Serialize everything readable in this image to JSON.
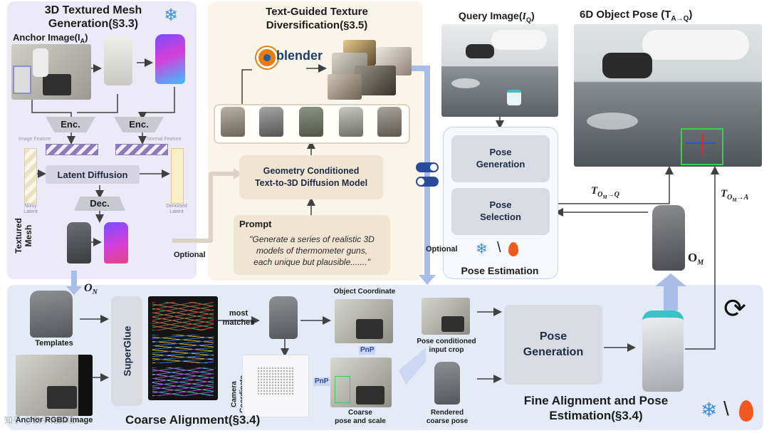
{
  "mesh_panel": {
    "title": "3D Textured Mesh",
    "subtitle": "Generation(§3.3)",
    "anchor_label": "Anchor Image(I",
    "anchor_sub": "A",
    "anchor_close": ")",
    "enc_left": "Enc.",
    "enc_right": "Enc.",
    "image_feature": "Image Feature",
    "normal_feature": "Normal Feature",
    "latent_diffusion": "Latent Diffusion",
    "noisy_latent": "Noisy\nLatent",
    "denoised_latent": "Denoised\nLatent",
    "dec": "Dec.",
    "textured_mesh": "Textured\nMesh"
  },
  "texture_panel": {
    "title": "Text-Guided Texture",
    "subtitle": "Diversification(§3.5)",
    "blender": "blender",
    "diffusion_model": "Geometry Conditioned\nText-to-3D Diffusion Model",
    "prompt_title": "Prompt",
    "prompt_text": "\"Generate a series of realistic 3D\nmodels of thermometer guns,\neach unique but plausible.......\"",
    "optional": "Optional"
  },
  "query": {
    "title": "Query Image(",
    "title_i": "I",
    "title_sub": "Q",
    "title_close": ")"
  },
  "pose_estimation": {
    "pose_generation": "Pose\nGeneration",
    "pose_selection": "Pose\nSelection",
    "optional": "Optional",
    "label": "Pose Estimation"
  },
  "result": {
    "title": "6D Object Pose (T",
    "title_sub": "A→Q",
    "title_close": ")",
    "t_om_q": "T",
    "t_om_q_sub": "O",
    "t_om_q_subsub": "M",
    "t_om_q_arrow": "→Q",
    "t_om_a": "T",
    "t_om_a_sub": "O",
    "t_om_a_subsub": "M",
    "t_om_a_arrow": "→A",
    "om": "O",
    "om_sub": "M"
  },
  "bottom": {
    "on": "O",
    "on_sub": "N",
    "templates": "Templates",
    "anchor_rgbd": "Anchor RGBD image",
    "superglue": "SuperGlue",
    "most_matches": "most\nmatches",
    "object_coordinate": "Object Coordinate",
    "camera_coordinate": "Camera\nCoordinate",
    "pnp_1": "PnP",
    "pnp_2": "PnP",
    "coarse_pose": "Coarse\npose and scale",
    "pose_conditioned": "Pose conditioned\ninput crop",
    "rendered_coarse": "Rendered\ncoarse pose",
    "pose_generation": "Pose\nGeneration",
    "coarse_alignment": "Coarse Alignment(§3.4)",
    "fine_alignment": "Fine Alignment and Pose\nEstimation(§3.4)",
    "watermark": "知乎 @数字化探境"
  },
  "colors": {
    "mesh_panel_bg": "#eceaf6",
    "texture_panel_bg": "#fbf4e8",
    "bottom_panel_bg": "#e5eaf7",
    "box_gray": "#d9dbe3",
    "box_tan": "#f0e4d3",
    "arrow_blue": "#9fb4e6",
    "accent_blue": "#2a4a9c",
    "flame": "#f25a1d",
    "snow": "#3d8fe0"
  }
}
